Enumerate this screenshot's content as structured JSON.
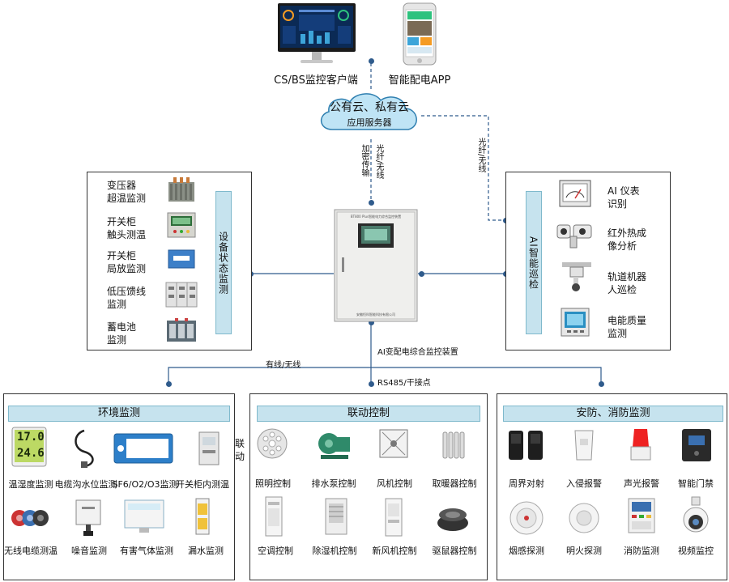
{
  "top": {
    "cs_client_label": "CS/BS监控客户端",
    "app_label": "智能配电APP",
    "cloud_title": "公有云、私有云",
    "cloud_sub": "应用服务器",
    "link_encrypt": "加密传输",
    "link_fiber_wireless_center": "光纤/无线",
    "link_fiber_wireless_right": "光纤/无线"
  },
  "center": {
    "device_label": "AI变配电综合监控装置",
    "device_panel_title": "BT800 Plus智能电力综合监控装置",
    "device_maker": "安徽恒科智能科技有限公司",
    "wired_wireless": "有线/无线",
    "rs485": "RS485/干接点",
    "linkage": "联动"
  },
  "left_panel": {
    "title": "设备状态监测",
    "items": [
      {
        "label": "变压器\n超温监测",
        "icon": "transformer-icon"
      },
      {
        "label": "开关柜\n触头测温",
        "icon": "switchgear-temp-icon"
      },
      {
        "label": "开关柜\n局放监测",
        "icon": "partial-discharge-icon"
      },
      {
        "label": "低压馈线\n监测",
        "icon": "low-voltage-feeder-icon"
      },
      {
        "label": "蓄电池\n监测",
        "icon": "battery-icon"
      }
    ]
  },
  "right_panel": {
    "title": "AI智能巡检",
    "items": [
      {
        "label": "AI 仪表\n识别",
        "icon": "meter-icon"
      },
      {
        "label": "红外热成\n像分析",
        "icon": "thermal-camera-icon"
      },
      {
        "label": "轨道机器\n人巡检",
        "icon": "rail-robot-icon"
      },
      {
        "label": "电能质量\n监测",
        "icon": "power-quality-icon"
      }
    ]
  },
  "env_panel": {
    "title": "环境监测",
    "items": [
      {
        "label": "温湿度监测",
        "icon": "thermo-hygrometer-icon",
        "display_top": "17.0",
        "display_bottom": "24.6"
      },
      {
        "label": "电缆沟水位监测",
        "icon": "water-level-sensor-icon"
      },
      {
        "label": "SF6/O2/O3监测",
        "icon": "gas-sensor-icon"
      },
      {
        "label": "开关柜内测温",
        "icon": "cabinet-temp-icon"
      },
      {
        "label": "无线电缆测温",
        "icon": "wireless-cable-temp-icon"
      },
      {
        "label": "噪音监测",
        "icon": "noise-sensor-icon"
      },
      {
        "label": "有害气体监测",
        "icon": "harmful-gas-icon"
      },
      {
        "label": "漏水监测",
        "icon": "water-leak-icon"
      }
    ]
  },
  "linkage_panel": {
    "title": "联动控制",
    "items": [
      {
        "label": "照明控制",
        "icon": "lighting-icon"
      },
      {
        "label": "排水泵控制",
        "icon": "pump-icon"
      },
      {
        "label": "风机控制",
        "icon": "fan-icon"
      },
      {
        "label": "取暖器控制",
        "icon": "heater-icon"
      },
      {
        "label": "空调控制",
        "icon": "air-conditioner-icon"
      },
      {
        "label": "除湿机控制",
        "icon": "dehumidifier-icon"
      },
      {
        "label": "新风机控制",
        "icon": "fresh-air-icon"
      },
      {
        "label": "驱鼠器控制",
        "icon": "rodent-repeller-icon"
      }
    ]
  },
  "security_panel": {
    "title": "安防、消防监测",
    "items": [
      {
        "label": "周界对射",
        "icon": "perimeter-beam-icon"
      },
      {
        "label": "入侵报警",
        "icon": "intrusion-alarm-icon"
      },
      {
        "label": "声光报警",
        "icon": "strobe-siren-icon"
      },
      {
        "label": "智能门禁",
        "icon": "access-control-icon"
      },
      {
        "label": "烟感探测",
        "icon": "smoke-detector-icon"
      },
      {
        "label": "明火探测",
        "icon": "flame-detector-icon"
      },
      {
        "label": "消防监测",
        "icon": "fire-panel-icon"
      },
      {
        "label": "视频监控",
        "icon": "ptz-camera-icon"
      }
    ]
  },
  "colors": {
    "accent": "#c6e3ee",
    "line": "#2f5b8c",
    "cloud": "#bfe4f5"
  }
}
